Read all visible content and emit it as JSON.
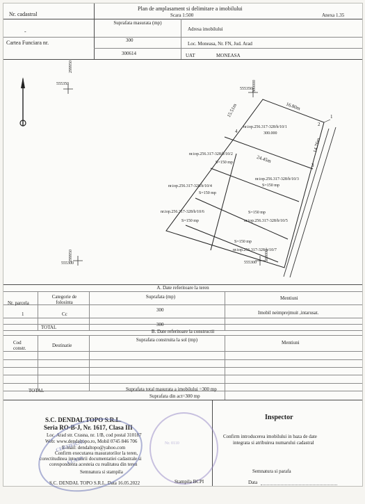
{
  "header": {
    "nr_cadastral_label": "Nr. cadastral",
    "nr_cadastral_value": "-",
    "title": "Plan de amplasament si delimitare a imobilului",
    "scale": "Scara 1:500",
    "annex": "Anexa 1.35",
    "area_label": "Suprafata masurata (mp)",
    "area_value": "300",
    "address_label": "Adresa imobilului",
    "address_value": "Loc. Moneasa, Nr. FN, Jud. Arad",
    "cf_label": "Cartea Funciara nr.",
    "cf_value": "300614",
    "uat_label": "UAT",
    "uat_value": "MONEASA"
  },
  "plan": {
    "coord_top_left_x": "555350",
    "coord_top_left_y": "299950",
    "coord_top_right_x": "555350",
    "coord_top_right_y": "300000",
    "coord_bottom_left_x": "555300",
    "coord_bottom_left_y": "299950",
    "coord_bottom_right_x": "555300",
    "coord_bottom_right_y": "300000",
    "dim_top": "16.80m",
    "dim_left": "15.51m",
    "dim_right": "14.76m",
    "dim_inner": "24.45m",
    "points": [
      "1",
      "2",
      "3",
      "4"
    ],
    "parcels": [
      {
        "top": "nr.top.256.317-328/b/10/1",
        "area": "300.000"
      },
      {
        "top": "nr.top.256.317-328/b/10/2",
        "area": "S=150 mp"
      },
      {
        "top": "nr.top.256.317-328/b/10/3",
        "area": "S=150 mp"
      },
      {
        "top": "nr.top.256.317-328/b/10/4",
        "area": "S=150 mp"
      },
      {
        "top": "nr.top.256.317-328/b/10/5",
        "area": "S=150 mp"
      },
      {
        "top": "nr.top.256.317-328/b/10/6",
        "area": "S=150 mp"
      },
      {
        "top": "nr.top.256.317-328/b/10/7",
        "area": "S=150 mp"
      }
    ]
  },
  "table_a": {
    "title": "A. Date referitoare la teren",
    "h_nr": "Nr. parcela",
    "h_cat": "Categorie de folosinta",
    "h_sup": "Suprafata (mp)",
    "h_ment": "Mentiuni",
    "row_nr": "1",
    "row_cat": "Cc",
    "row_sup": "300",
    "row_ment": "Imobil neimprejmuit ,intarusat.",
    "total_label": "TOTAL",
    "total_value": "300"
  },
  "table_b": {
    "title": "B. Date referitoare la constructii",
    "h_cod": "Cod constr.",
    "h_dest": "Destinatie",
    "h_sup": "Suprafata construita la sol (mp)",
    "h_ment": "Mentiuni",
    "total_label": "TOTAL",
    "total_measured": "Suprafata total masurata a imobilului =300 mp",
    "total_act": "Suprafata din act=300 mp"
  },
  "footer": {
    "company": "S.C. DENDAL TOPO S.R.L.",
    "series": "Seria RO-B-J, Nr. 1617, Clasa III",
    "address": "Loc. Arad str. Crasna, nr. 1/B, cod postal 310187",
    "web": "Web: www.dendaltopo.ro, Mobil 0745 846 706",
    "email": "E-mail: dendaltopo@yahoo.com",
    "confirm_1": "Confirm executarea masuratorilor la teren,",
    "confirm_2": "corectitudinea intocmirii documentatiei cadastrale si",
    "confirm_3": "corespondenta acesteia cu realitatea din teren",
    "sign_label": "Semnatura si stampila",
    "date": "S.C. DENDAL TOPO S.R.L. Data 16.05.2022",
    "inspector_title": "Inspector",
    "inspector_text_1": "Confirm introducerea imobilului in baza de date",
    "inspector_text_2": "integrata si atribuirea numarului cadastral",
    "inspector_sign": "Semnatura si parafa",
    "inspector_date": "Data",
    "stamp_label": "Stampila BCPI",
    "stamp_text": "CERTIFICAT",
    "stamp_num": "Nr. 0110",
    "stamp_clasa": "CLASA"
  }
}
